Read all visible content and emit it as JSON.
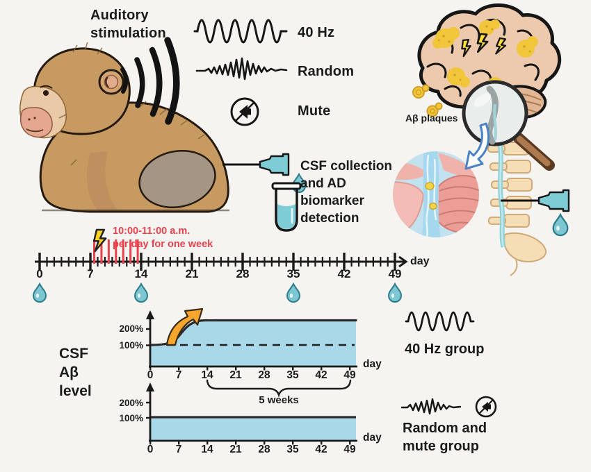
{
  "figure": {
    "bg_color": "#f5f4f1",
    "accent_red": "#e8414b",
    "chart_fill": "#a9d9e9",
    "droplet_color": "#7cc7d1",
    "plaque_color": "#f1c63b"
  },
  "stimulation": {
    "title_line1": "Auditory",
    "title_line2": "stimulation",
    "mode_40hz": "40 Hz",
    "mode_random": "Random",
    "mode_mute": "Mute"
  },
  "collection": {
    "line1": "CSF collection",
    "line2": "and AD",
    "line3": "biomarker",
    "line4": "detection"
  },
  "brain": {
    "plaques_label": "Aβ plaques"
  },
  "timeline": {
    "schedule_line1": "10:00-11:00 a.m.",
    "schedule_line2": "per day for one week",
    "ticks": [
      "0",
      "7",
      "14",
      "21",
      "28",
      "35",
      "42",
      "49"
    ],
    "axis_label": "day",
    "sampling_days": [
      "0",
      "14",
      "35",
      "49"
    ]
  },
  "charts": {
    "ylabel_line1": "CSF",
    "ylabel_line2": "Aβ",
    "ylabel_line3": "level",
    "ytick_200": "200%",
    "ytick_100": "100%",
    "xticks": [
      "0",
      "7",
      "14",
      "21",
      "28",
      "35",
      "42",
      "49"
    ],
    "x_label": "day",
    "brace_label": "5 weeks",
    "top_group_label": "40 Hz group",
    "bottom_group_line1": "Random and",
    "bottom_group_line2": "mute group"
  },
  "chart_data": [
    {
      "type": "area",
      "title": "CSF Aβ level — 40 Hz group",
      "x": [
        0,
        7,
        14,
        21,
        28,
        35,
        42,
        49
      ],
      "values": [
        100,
        115,
        215,
        220,
        220,
        220,
        220,
        220
      ],
      "xlabel": "day",
      "ylabel": "CSF Aβ level",
      "yticks_pct": [
        100,
        200
      ],
      "xlim": [
        0,
        52
      ],
      "annotations": [
        "orange rise arrow between day 5 and 15",
        "dashed baseline at 100%",
        "brace from day 14 to day 49 labeled 5 weeks"
      ]
    },
    {
      "type": "area",
      "title": "CSF Aβ level — Random and mute group",
      "x": [
        0,
        7,
        14,
        21,
        28,
        35,
        42,
        49
      ],
      "values": [
        100,
        100,
        100,
        100,
        100,
        100,
        100,
        100
      ],
      "xlabel": "day",
      "ylabel": "CSF Aβ level",
      "yticks_pct": [
        100,
        200
      ],
      "xlim": [
        0,
        52
      ]
    }
  ]
}
